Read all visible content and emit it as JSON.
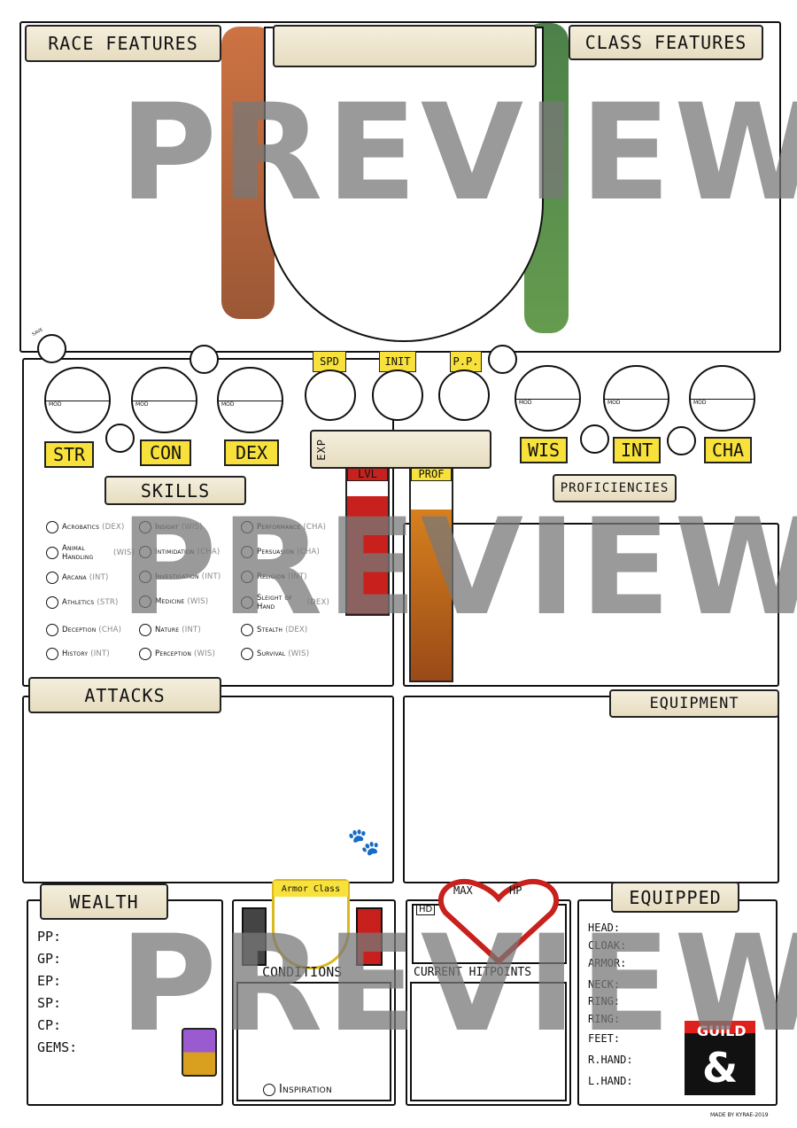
{
  "top": {
    "race_features": "Race Features",
    "class_features": "Class Features"
  },
  "abilities": [
    {
      "name": "STR",
      "mod": "MOD"
    },
    {
      "name": "CON",
      "mod": "MOD"
    },
    {
      "name": "DEX",
      "mod": "MOD"
    },
    {
      "name": "WIS",
      "mod": "MOD"
    },
    {
      "name": "INT",
      "mod": "MOD"
    },
    {
      "name": "CHA",
      "mod": "MOD"
    }
  ],
  "save_label": "SAVE",
  "combat": {
    "speed": "SPD",
    "initiative": "INIT",
    "passive_perception": "P.P.",
    "exp": "EXP",
    "level": "LVL",
    "proficiency": "PROF"
  },
  "sections": {
    "skills": "Skills",
    "proficiencies": "Proficiencies",
    "attacks": "Attacks",
    "equipment": "Equipment",
    "wealth": "Wealth",
    "armor_class": "Armor Class",
    "conditions": "Conditions",
    "inspiration": "Inspiration",
    "max_hp": "MAX",
    "hp": "HP",
    "hit_dice": "HD",
    "current_hp": "Current Hitpoints",
    "equipped": "Equipped"
  },
  "skills": [
    {
      "name": "Acrobatics",
      "ability": "(DEX)"
    },
    {
      "name": "Animal Handling",
      "ability": "(WIS)"
    },
    {
      "name": "Arcana",
      "ability": "(INT)"
    },
    {
      "name": "Athletics",
      "ability": "(STR)"
    },
    {
      "name": "Deception",
      "ability": "(CHA)"
    },
    {
      "name": "History",
      "ability": "(INT)"
    },
    {
      "name": "Insight",
      "ability": "(WIS)"
    },
    {
      "name": "Intimidation",
      "ability": "(CHA)"
    },
    {
      "name": "Investigation",
      "ability": "(INT)"
    },
    {
      "name": "Medicine",
      "ability": "(WIS)"
    },
    {
      "name": "Nature",
      "ability": "(INT)"
    },
    {
      "name": "Perception",
      "ability": "(WIS)"
    },
    {
      "name": "Performance",
      "ability": "(CHA)"
    },
    {
      "name": "Persuasion",
      "ability": "(CHA)"
    },
    {
      "name": "Religion",
      "ability": "(INT)"
    },
    {
      "name": "Sleight of Hand",
      "ability": "(DEX)"
    },
    {
      "name": "Stealth",
      "ability": "(DEX)"
    },
    {
      "name": "Survival",
      "ability": "(WIS)"
    }
  ],
  "wealth": [
    "PP:",
    "GP:",
    "EP:",
    "SP:",
    "CP:",
    "GEMS:"
  ],
  "equipped": [
    "HEAD:",
    "CLOAK:",
    "ARMOR:",
    "NECK:",
    "RING:",
    "RING:",
    "FEET:",
    "R.HAND:",
    "L.HAND:"
  ],
  "logo": "GUILD",
  "credit": "MADE BY KYRAE-2019",
  "watermark": "PREVIEW",
  "colors": {
    "yellow": "#f7e13a",
    "red": "#c8201c",
    "parchment": "#ece3c8",
    "watermark": "#808080"
  }
}
